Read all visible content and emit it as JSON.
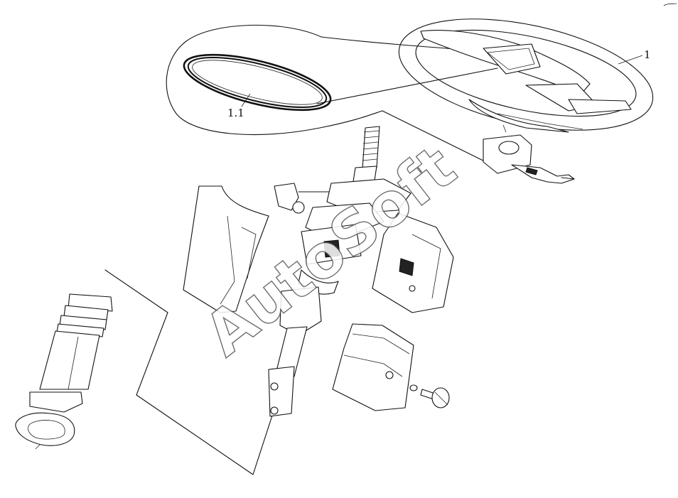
{
  "labels": {
    "steering_wheel": "1",
    "wheel_emblem": "1.1"
  },
  "watermark": {
    "text": "AutoSoft"
  },
  "colors": {
    "line": "#111111",
    "background": "#ffffff"
  }
}
